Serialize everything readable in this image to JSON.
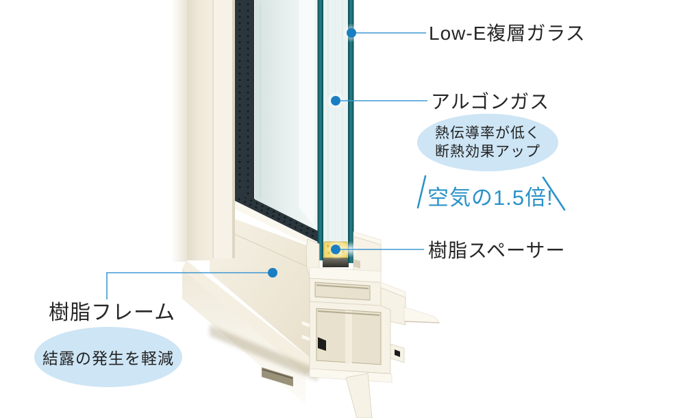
{
  "diagram": {
    "subject": "resin window frame cutaway",
    "labels": {
      "low_e_glass": "Low-E複層ガラス",
      "argon_gas": "アルゴンガス",
      "argon_note_line1": "熱伝導率が低く",
      "argon_note_line2": "断熱効果アップ",
      "argon_highlight": "空気の1.5倍!",
      "resin_spacer": "樹脂スペーサー",
      "resin_frame": "樹脂フレーム",
      "frame_note": "結露の発生を軽減"
    },
    "colors": {
      "leader_line_blue": "#3e98d3",
      "leader_dot_blue": "#1a7fc2",
      "bubble_light_blue": "#cde5f5",
      "highlight_text_blue": "#2b92c8",
      "label_text": "#262626",
      "frame_cream": "#f1ecdd",
      "glass_edge_teal": "#186a75",
      "glass_face": "#e3eeec",
      "gasket_dark": "#2a363c",
      "spacer_yellow": "#f1dc74",
      "background": "#ffffff"
    }
  }
}
